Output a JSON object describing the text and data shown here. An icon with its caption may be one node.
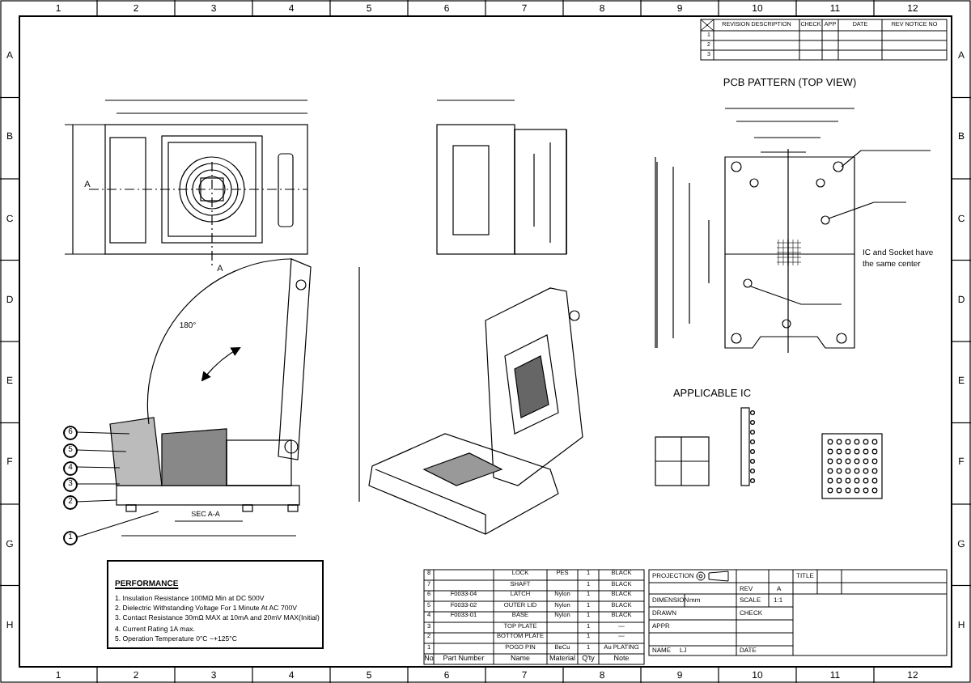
{
  "diagram": {
    "nodes": [
      {
        "text": [
          "6"
        ]
      },
      {
        "text": [
          "5"
        ]
      },
      {
        "text": [
          "4"
        ]
      },
      {
        "text": [
          "3"
        ]
      },
      {
        "text": [
          "2"
        ]
      },
      {
        "text": [
          "1"
        ]
      },
      {
        "text": [
          "PERFORMANCE",
          "1. Insulation Resistance 100MΩ Min at DC 500V",
          "2. Dielectric Withstanding Voltage For 1 Minute At AC 700V",
          "3. Contact Resistance 30mΩ MAX at 10mA and 20mV MAX(Initial)",
          "4. Current Rating 1A max.",
          "5. Operation Temperature 0°C ~+125°C"
        ]
      }
    ],
    "edges": [
      {
        "from": 0,
        "to": null,
        "arrow": "none"
      },
      {
        "from": 1,
        "to": null,
        "arrow": "none"
      },
      {
        "from": 2,
        "to": null,
        "arrow": "none"
      },
      {
        "from": 3,
        "to": null,
        "arrow": "none"
      },
      {
        "from": 4,
        "to": null,
        "arrow": "none"
      },
      {
        "from": 5,
        "to": null,
        "arrow": "none"
      }
    ],
    "labels": [
      "1",
      "2",
      "3",
      "4",
      "5",
      "6",
      "7",
      "8",
      "9",
      "10",
      "11",
      "12",
      "REVISION DESCRIPTION",
      "CHECK",
      "APP",
      "DATE",
      "REV NOTICE NO",
      "1",
      "2",
      "3",
      "A",
      "B",
      "C",
      "D",
      "E",
      "F",
      "G",
      "H",
      "A",
      "B",
      "C",
      "D",
      "E",
      "F",
      "G",
      "H",
      "PCB PATTERN (TOP VIEW)",
      "IC and Socket have the same center",
      "APPLICABLE IC",
      "180°",
      "A",
      "A",
      "SEC A-A",
      "8",
      "LOCK",
      "PES",
      "1",
      "BLACK",
      "7",
      "SHAFT",
      "1",
      "BLACK",
      "6",
      "F0033-04",
      "LATCH",
      "Nylon",
      "1",
      "BLACK",
      "5",
      "F0033-02",
      "OUTER LID",
      "Nylon",
      "1",
      "BLACK",
      "4",
      "F0033-01",
      "BASE",
      "Nylon",
      "1",
      "BLACK",
      "3",
      "TOP PLATE",
      "1",
      "—",
      "2",
      "BOTTOM PLATE",
      "1",
      "—",
      "1",
      "POGO PIN",
      "BeCu",
      "1",
      "Au PLATING",
      "No",
      "Part Number",
      "Name",
      "Material",
      "Q'ty",
      "Note",
      "PROJECTION",
      "REV",
      "A",
      "TITLE",
      "DIMENSION",
      "mm",
      "SCALE",
      "1:1",
      "DRAWN",
      "CHECK",
      "APPR",
      "NAME",
      "LJ",
      "DATE",
      "1",
      "2",
      "3",
      "4",
      "5",
      "6",
      "7",
      "8",
      "9",
      "10",
      "11",
      "12"
    ]
  }
}
